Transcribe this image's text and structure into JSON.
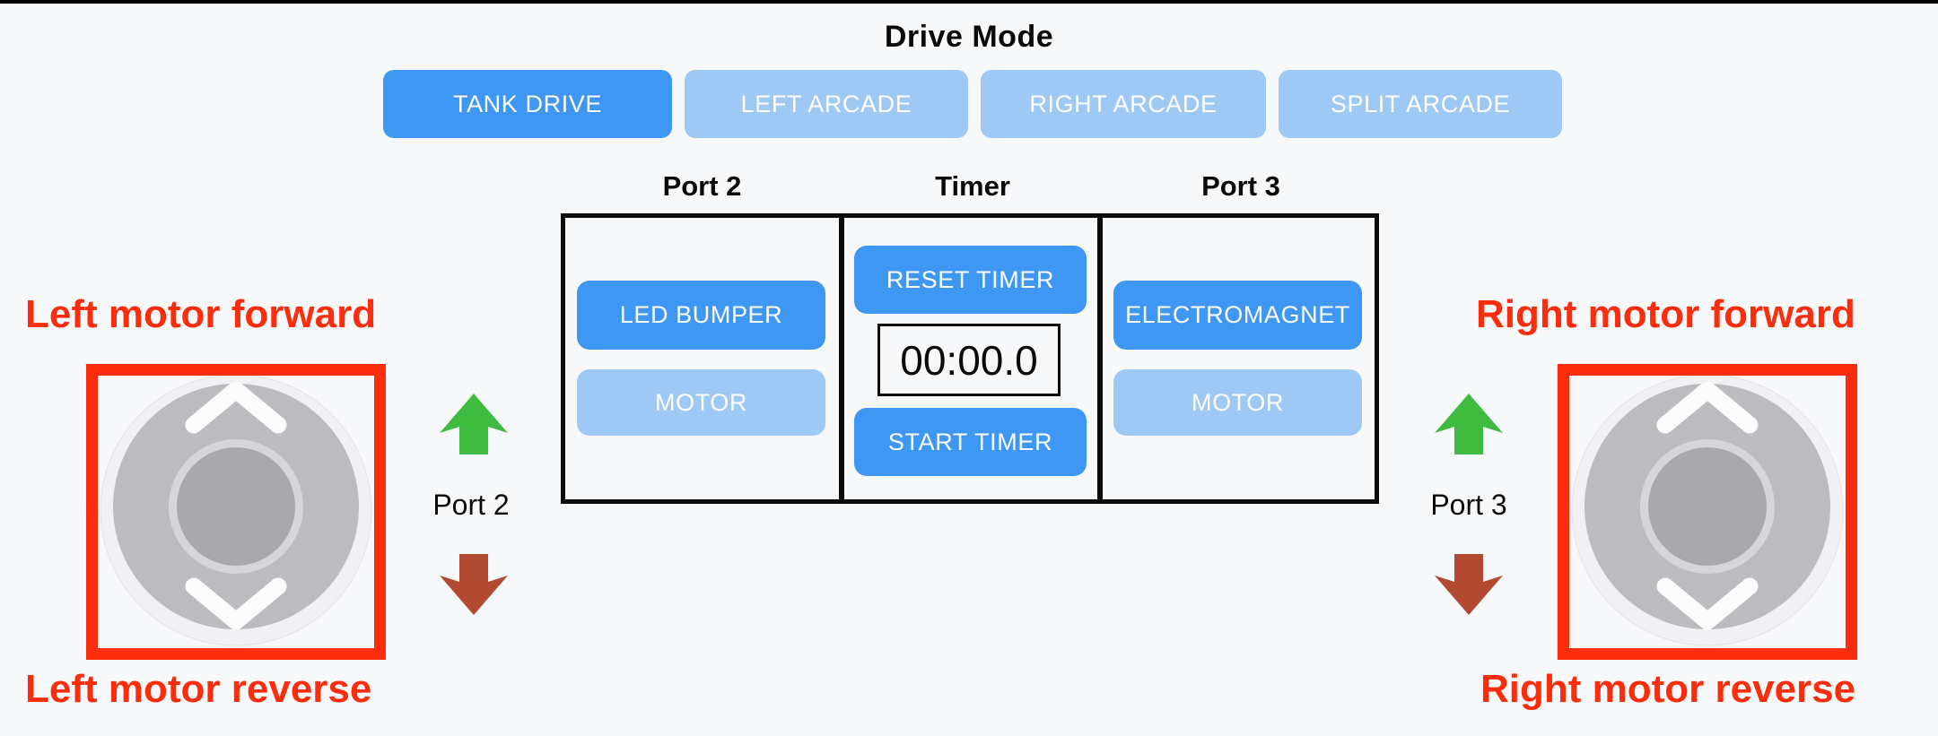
{
  "colors": {
    "page_bg": "#f7f8fa",
    "accent_blue": "#3d97f3",
    "light_blue": "#9ec9f5",
    "red": "#fb2d0d",
    "green": "#3fbb3f",
    "dark_red": "#b24931",
    "ink": "#0a0a0a"
  },
  "drive_mode": {
    "title": "Drive Mode",
    "buttons": [
      {
        "label": "TANK DRIVE",
        "active": true
      },
      {
        "label": "LEFT ARCADE",
        "active": false
      },
      {
        "label": "RIGHT ARCADE",
        "active": false
      },
      {
        "label": "SPLIT ARCADE",
        "active": false
      }
    ]
  },
  "control_panel": {
    "port2": {
      "header": "Port 2",
      "buttons": [
        {
          "label": "LED BUMPER",
          "active": true
        },
        {
          "label": "MOTOR",
          "active": false
        }
      ]
    },
    "timer": {
      "header": "Timer",
      "reset_label": "RESET TIMER",
      "display": "00:00.0",
      "start_label": "START TIMER"
    },
    "port3": {
      "header": "Port 3",
      "buttons": [
        {
          "label": "ELECTROMAGNET",
          "active": true
        },
        {
          "label": "MOTOR",
          "active": false
        }
      ]
    }
  },
  "left_control": {
    "forward_label": "Left motor forward",
    "reverse_label": "Left motor reverse",
    "port_label": "Port 2"
  },
  "right_control": {
    "forward_label": "Right motor forward",
    "reverse_label": "Right motor reverse",
    "port_label": "Port 3"
  }
}
